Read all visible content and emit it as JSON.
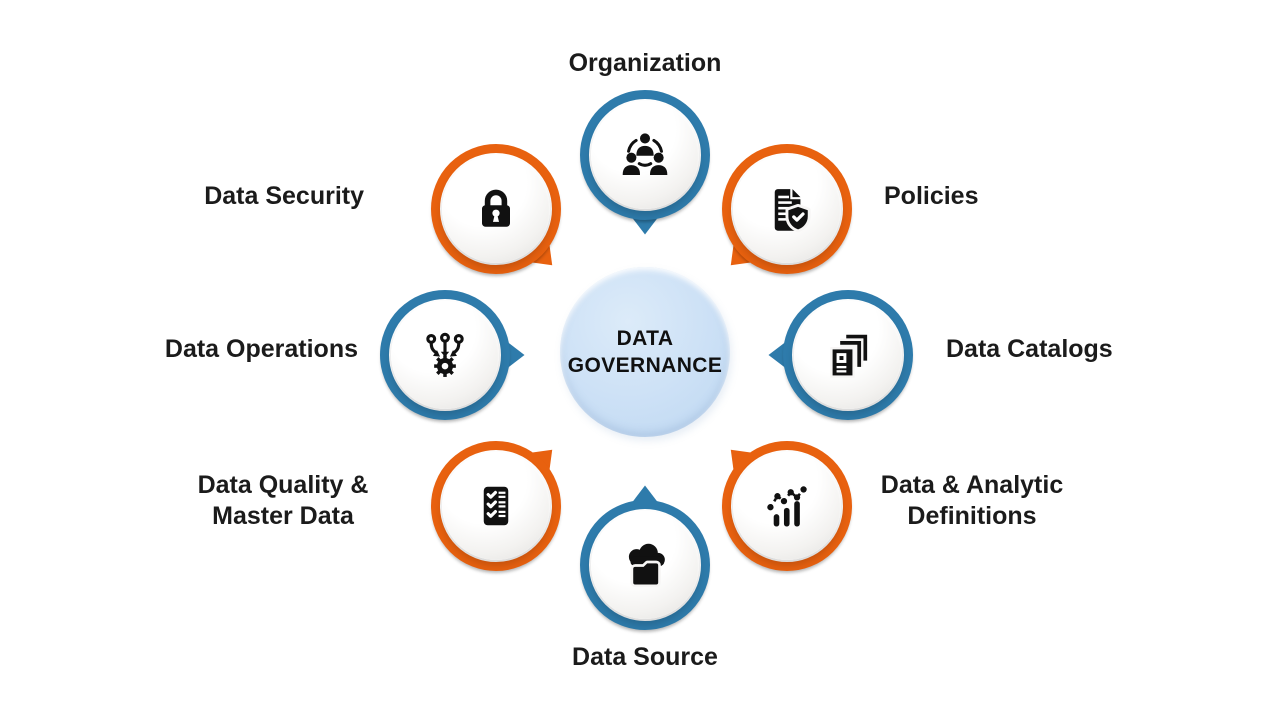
{
  "title": "Data Governance diagram",
  "colors": {
    "blue": "#2E7BAB",
    "orange": "#E8610F",
    "hub_fill": "#CDE1F6",
    "icon": "#111111",
    "label_text": "#1B1B1B"
  },
  "center": {
    "line1": "DATA",
    "line2": "GOVERNANCE"
  },
  "nodes": [
    {
      "id": "organization",
      "label": "Organization",
      "ring": "blue",
      "icon": "people-network-icon",
      "position": "top"
    },
    {
      "id": "policies",
      "label": "Policies",
      "ring": "orange",
      "icon": "document-shield-icon",
      "position": "top-right"
    },
    {
      "id": "catalogs",
      "label": "Data Catalogs",
      "ring": "blue",
      "icon": "stacked-documents-icon",
      "position": "right"
    },
    {
      "id": "analytic",
      "label": "Data & Analytic Definitions",
      "ring": "orange",
      "icon": "bar-chart-trend-icon",
      "position": "bottom-right"
    },
    {
      "id": "source",
      "label": "Data Source",
      "ring": "blue",
      "icon": "cloud-folder-icon",
      "position": "bottom"
    },
    {
      "id": "quality",
      "label": "Data Quality & Master Data",
      "ring": "orange",
      "icon": "checklist-icon",
      "position": "bottom-left"
    },
    {
      "id": "operations",
      "label": "Data Operations",
      "ring": "blue",
      "icon": "branch-arrows-gear-icon",
      "position": "left"
    },
    {
      "id": "security",
      "label": "Data Security",
      "ring": "orange",
      "icon": "padlock-icon",
      "position": "top-left"
    }
  ]
}
